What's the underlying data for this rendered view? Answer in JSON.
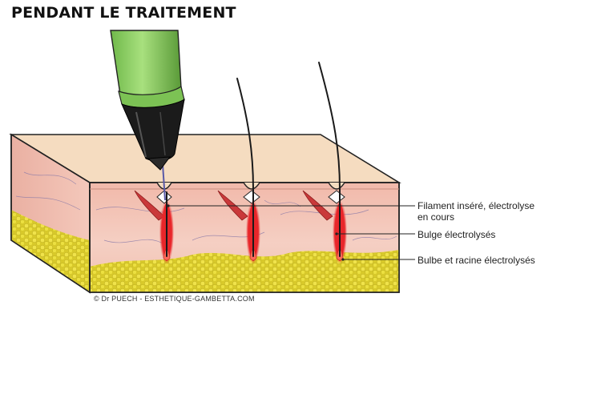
{
  "title": "PENDANT LE TRAITEMENT",
  "annotations": [
    {
      "line1": "Filament inséré, électrolyse",
      "line2": "en cours"
    },
    {
      "line1": "Bulge électrolysés"
    },
    {
      "line1": "Bulbe et racine électrolysés"
    }
  ],
  "credit": "© Dr PUECH - ESTHETIQUE-GAMBETTA.COM",
  "colors": {
    "skin_top": "#f5dcc0",
    "dermis": "#f3c2b6",
    "fat": "#e6d83a",
    "electrolysis": "#e8262a",
    "pen_green": "#8fd16a",
    "pen_tip": "#1b1b1b"
  }
}
